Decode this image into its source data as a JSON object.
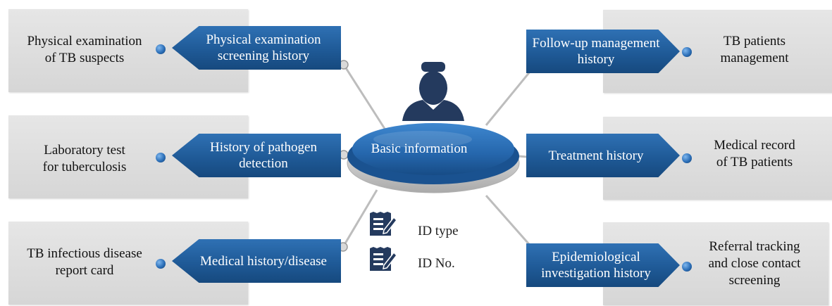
{
  "center": {
    "label": "Basic information",
    "icon": "user-icon"
  },
  "left_rows": [
    {
      "arrow": "Physical examination\nscreening history",
      "panel": "Physical examination\nof TB suspects"
    },
    {
      "arrow": "History of pathogen\ndetection",
      "panel": "Laboratory test\nfor tuberculosis"
    },
    {
      "arrow": "Medical history/disease",
      "panel": "TB infectious disease\nreport card"
    }
  ],
  "right_rows": [
    {
      "arrow": "Follow-up management\nhistory",
      "panel": "TB patients\nmanagement"
    },
    {
      "arrow": "Treatment history",
      "panel": "Medical record\nof TB patients"
    },
    {
      "arrow": "Epidemiological\ninvestigation history",
      "panel": "Referral tracking\nand close contact\nscreening"
    }
  ],
  "id_items": [
    {
      "label": "ID type",
      "icon": "document-edit-icon"
    },
    {
      "label": "ID No.",
      "icon": "document-edit-icon"
    }
  ],
  "colors": {
    "arrow_blue": "#1f5a97",
    "panel_gray": "#dcdcdc",
    "icon_navy": "#243a5e"
  }
}
